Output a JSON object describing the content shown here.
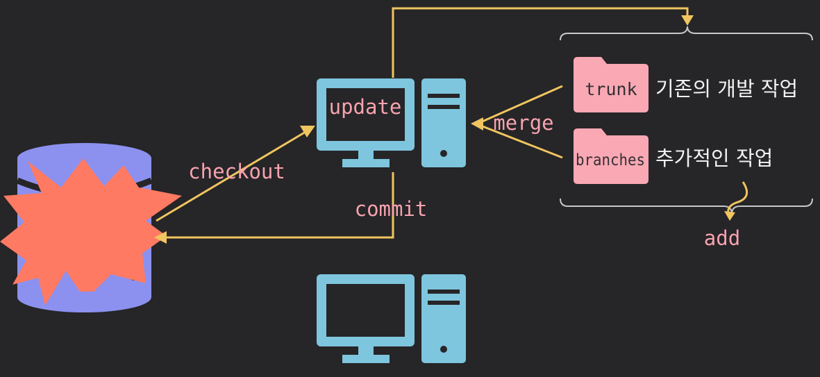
{
  "labels": {
    "update": "update",
    "checkout": "checkout",
    "commit": "commit",
    "merge": "merge",
    "add": "add"
  },
  "folders": [
    {
      "name": "trunk",
      "desc": "기존의 개발 작업"
    },
    {
      "name": "branches",
      "desc": "추가적인 작업"
    }
  ],
  "colors": {
    "background": "#262527",
    "arrow": "#f0c560",
    "label_text": "#f7a3b0",
    "computer": "#7ec5de",
    "database": "#8c91f0",
    "burst": "#ff7a62",
    "folder": "#f9a8b4",
    "brace": "#c9c9c9",
    "description_text": "#f2f2f2"
  },
  "icons": {
    "repository": "database-icon",
    "conflict": "explosion-burst-icon",
    "computer": "desktop-computer-icon",
    "folder": "folder-icon"
  }
}
